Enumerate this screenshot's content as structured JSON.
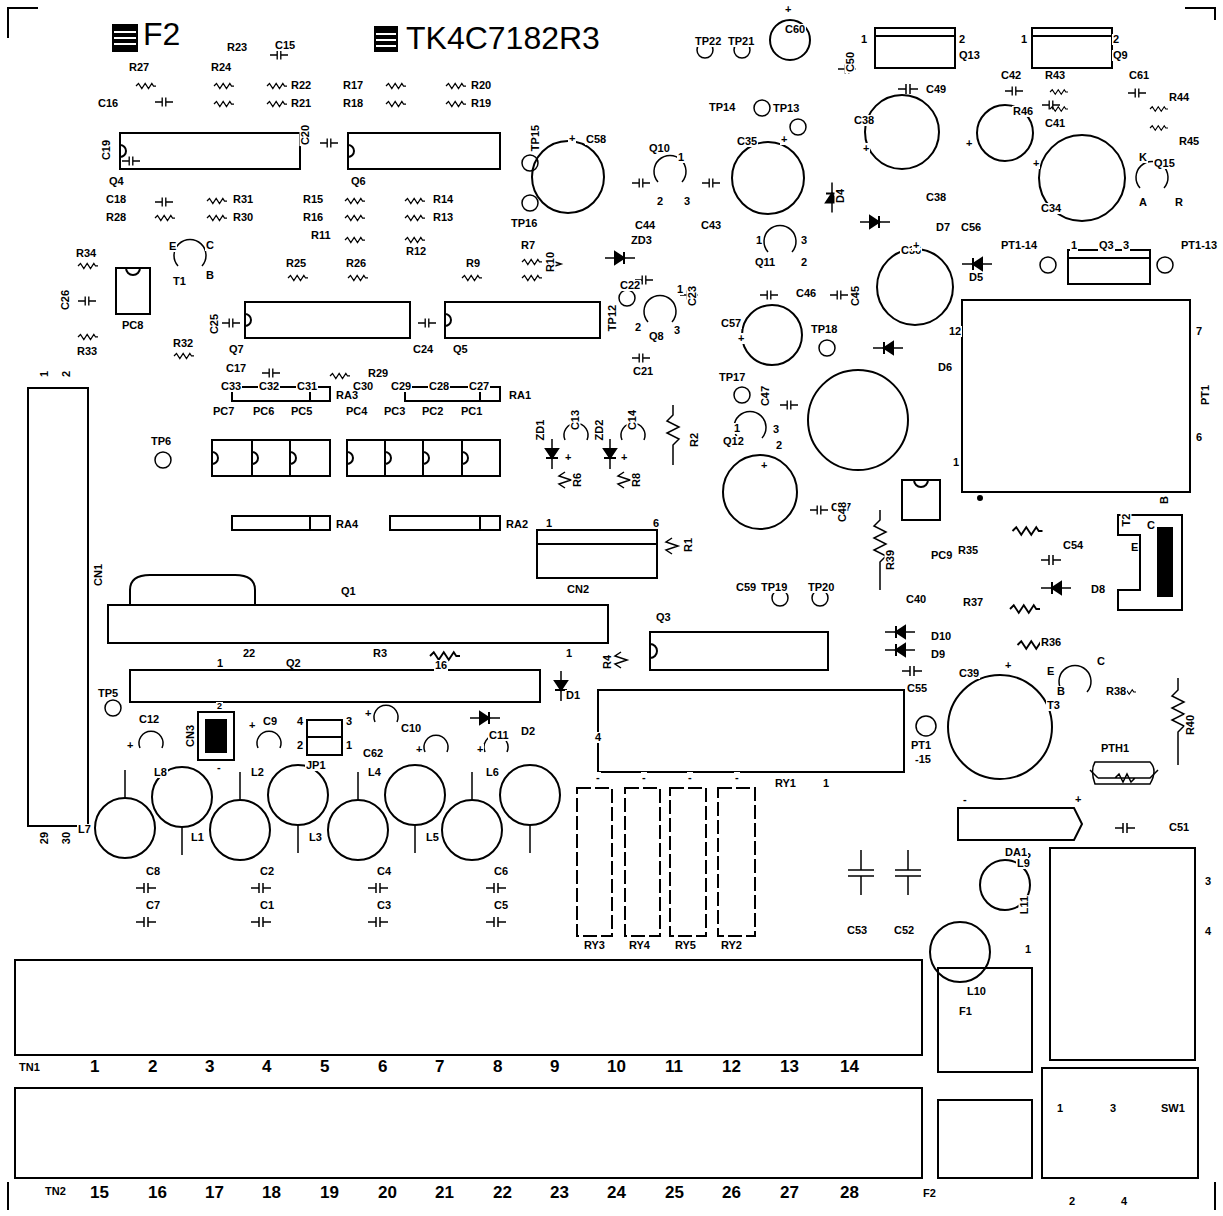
{
  "diagram": {
    "labels": [
      "F2",
      "TK4C7182R3",
      "R23",
      "C15",
      "R27",
      "R24",
      "R22",
      "R17",
      "R20",
      "C16",
      "R21",
      "R18",
      "R19",
      "C19",
      "Q4",
      "C20",
      "Q6",
      "C18",
      "R31",
      "R15",
      "R14",
      "R28",
      "R30",
      "R16",
      "R13",
      "R11",
      "R34",
      "E",
      "C",
      "B",
      "T1",
      "R25",
      "R26",
      "R9",
      "R7",
      "R10",
      "C26",
      "PC8",
      "R33",
      "R32",
      "C25",
      "Q7",
      "C24",
      "Q5",
      "C17",
      "R29",
      "C33",
      "C32",
      "C31",
      "C30",
      "C29",
      "C28",
      "C27",
      "RA3",
      "RA1",
      "PC7",
      "PC6",
      "PC5",
      "PC4",
      "PC3",
      "PC2",
      "PC1",
      "TP6",
      "RA4",
      "RA2",
      "1",
      "2",
      "CN1",
      "29",
      "30",
      "Q1",
      "22",
      "R3",
      "16",
      "1",
      "1",
      "Q2",
      "TP5",
      "D1",
      "D2",
      "Q3",
      "R4",
      "C12",
      "+",
      "CN3",
      "2",
      "-",
      "+",
      "C9",
      "4",
      "3",
      "2",
      "1",
      "JP1",
      "+",
      "C10",
      "C62",
      "+",
      "+",
      "C11",
      "L8",
      "L2",
      "L4",
      "L6",
      "L7",
      "L1",
      "L3",
      "L5",
      "C8",
      "C2",
      "C4",
      "C6",
      "C7",
      "C1",
      "C3",
      "C5",
      "4",
      "RY1",
      "1",
      "-",
      "-",
      "-",
      "-",
      "RY3",
      "RY4",
      "RY5",
      "RY2",
      "TN1",
      "1",
      "2",
      "3",
      "4",
      "5",
      "6",
      "7",
      "8",
      "9",
      "10",
      "11",
      "12",
      "13",
      "14",
      "TN2",
      "15",
      "16",
      "17",
      "18",
      "19",
      "20",
      "21",
      "22",
      "23",
      "24",
      "25",
      "26",
      "27",
      "28",
      "F2",
      "F1",
      "SW1",
      "1",
      "3",
      "2",
      "4",
      "L11",
      "2",
      "1",
      "3",
      "4",
      "L9",
      "L10",
      "C53",
      "C52",
      "C51",
      "DA1",
      "-",
      "+",
      "PTH1",
      "R40",
      "C39",
      "+",
      "E",
      "C",
      "B",
      "T3",
      "R38",
      "PT1",
      "-15",
      "C55",
      "D9",
      "D10",
      "C40",
      "D8",
      "R37",
      "R36",
      "R35",
      "C54",
      "PC9",
      "R39",
      "T2",
      "E",
      "C",
      "B",
      "PT1",
      "7",
      "6",
      "12",
      "1",
      "D6",
      "C37",
      "TP18",
      "C57",
      "+",
      "TP17",
      "C47",
      "1",
      "Q12",
      "3",
      "2",
      "+",
      "C48",
      "C59",
      "TP19",
      "TP20",
      "C46",
      "C45",
      "C36",
      "+",
      "D5",
      "PT1-14",
      "1",
      "Q3",
      "3",
      "PT1-13",
      "1",
      "3",
      "Q11",
      "2",
      "D7",
      "D4",
      "ZD3",
      "C22",
      "TP12",
      "1",
      "C23",
      "2",
      "Q8",
      "3",
      "C21",
      "Q10",
      "1",
      "2",
      "3",
      "C44",
      "C43",
      "C35",
      "+",
      "C38",
      "+",
      "C38",
      "C56",
      "+",
      "C41",
      "R46",
      "C42",
      "R43",
      "C61",
      "R44",
      "R45",
      "C49",
      "1",
      "2",
      "Q13",
      "1",
      "2",
      "Q9",
      "C60",
      "+",
      "TP22",
      "TP21",
      "C50",
      "TP14",
      "TP13",
      "TP15",
      "TP16",
      "C58",
      "+",
      "C34",
      "+",
      "K",
      "Q15",
      "A",
      "R",
      "R1",
      "R2",
      "ZD1",
      "C13",
      "ZD2",
      "C14",
      "R6",
      "R8",
      "+",
      "+",
      "1",
      "6",
      "CN2",
      "R12"
    ]
  }
}
